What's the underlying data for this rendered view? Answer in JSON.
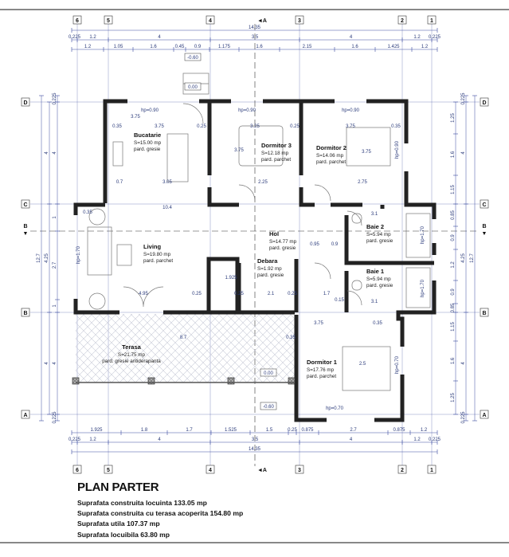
{
  "plan": {
    "title": "PLAN PARTER",
    "summary": [
      "Suprafata construita locuinta 133.05 mp",
      "Suprafata construita cu terasa acoperita 154.80 mp",
      "Suprafata utila 107.37 mp",
      "Suprafata locuibila 63.80 mp"
    ],
    "section_marker": "A",
    "section_marker_side": "B",
    "columns": [
      "6",
      "5",
      "4",
      "3",
      "2",
      "1"
    ],
    "rows": [
      "D",
      "C",
      "B",
      "A"
    ],
    "overall_width": "14.35",
    "overall_height": "12.7",
    "top_dims_1": [
      "0.225",
      "1.2",
      "4",
      "3.5",
      "4",
      "1.2",
      "0.225"
    ],
    "top_dims_2": [
      "1.2",
      "1.05",
      "1.6",
      "0.45",
      "0.9",
      "1.175",
      "1.6",
      "2.15",
      "1.6",
      "1.425",
      "1.2"
    ],
    "bottom_dims_1": [
      "1.925",
      "1.8",
      "1.7",
      "1.525",
      "1.5",
      "0.25",
      "0.875",
      "2.7",
      "0.875",
      "1.2"
    ],
    "bottom_dims_2": [
      "0.225",
      "1.2",
      "4",
      "3.5",
      "4",
      "1.2",
      "0.225"
    ],
    "left_dims_1": [
      "0.225",
      "4",
      "1",
      "2.7",
      "1",
      "4",
      "0.225"
    ],
    "left_dims_2": [
      "4",
      "4.25",
      "4"
    ],
    "right_dims_1": [
      "1.25",
      "1.6",
      "1.15",
      "0.85",
      "0.9",
      "1.2",
      "0.9",
      "0.85",
      "1.15",
      "1.6",
      "1.25"
    ],
    "right_dims_2": [
      "0.225",
      "4",
      "4.25",
      "4",
      "0.225"
    ],
    "elevations": {
      "entry_top": "-0.60",
      "entry_top_floor": "0.00",
      "terrace_floor": "0.00",
      "terrace_ground": "-0.60"
    },
    "sill_heights": [
      "hp=0.90",
      "hp=0.90",
      "hp=0.90",
      "hp=1.70",
      "hp=0.70",
      "hp=1.70",
      "hp=1.70",
      "hp=1.70",
      "hp=0.70"
    ],
    "interior_dims": [
      "0.35",
      "3.75",
      "0.25",
      "3.25",
      "0.25",
      "3.75",
      "0.35",
      "0.7",
      "3.05",
      "2.25",
      "2.75",
      "0.35",
      "4.95",
      "0.25",
      "0.25",
      "2.1",
      "0.25",
      "3.1",
      "3.1",
      "0.95",
      "0.9",
      "1.7",
      "0.15",
      "8.7",
      "0.35",
      "3.75",
      "0.35",
      "3.75",
      "3.75",
      "3.75",
      "2.5",
      "10.4",
      "1.925"
    ],
    "rooms": [
      {
        "name": "Bucatarie",
        "area": "S=15.00 mp",
        "floor": "pard. gresie"
      },
      {
        "name": "Dormitor 3",
        "area": "S=12.18 mp",
        "floor": "pard. parchet"
      },
      {
        "name": "Dormitor 2",
        "area": "S=14.06 mp",
        "floor": "pard. parchet"
      },
      {
        "name": "Living",
        "area": "S=19.80 mp",
        "floor": "pard. parchet"
      },
      {
        "name": "Hol",
        "area": "S=14.77 mp",
        "floor": "pard. gresie"
      },
      {
        "name": "Debara",
        "area": "S=1.92 mp",
        "floor": "pard. gresie"
      },
      {
        "name": "Baie 2",
        "area": "S=5.94 mp",
        "floor": "pard. gresie"
      },
      {
        "name": "Baie 1",
        "area": "S=5.94 mp",
        "floor": "pard. gresie"
      },
      {
        "name": "Terasa",
        "area": "S=21.75 mp",
        "floor": "pard. gresie antiderapanta"
      },
      {
        "name": "Dormitor 1",
        "area": "S=17.76 mp",
        "floor": "pard. parchet"
      }
    ],
    "colors": {
      "walls": "#222222",
      "grid": "#3a4aa0",
      "dims": "#2a3a7a",
      "frame": "#888888",
      "hatch": "#c9cbd8"
    }
  }
}
